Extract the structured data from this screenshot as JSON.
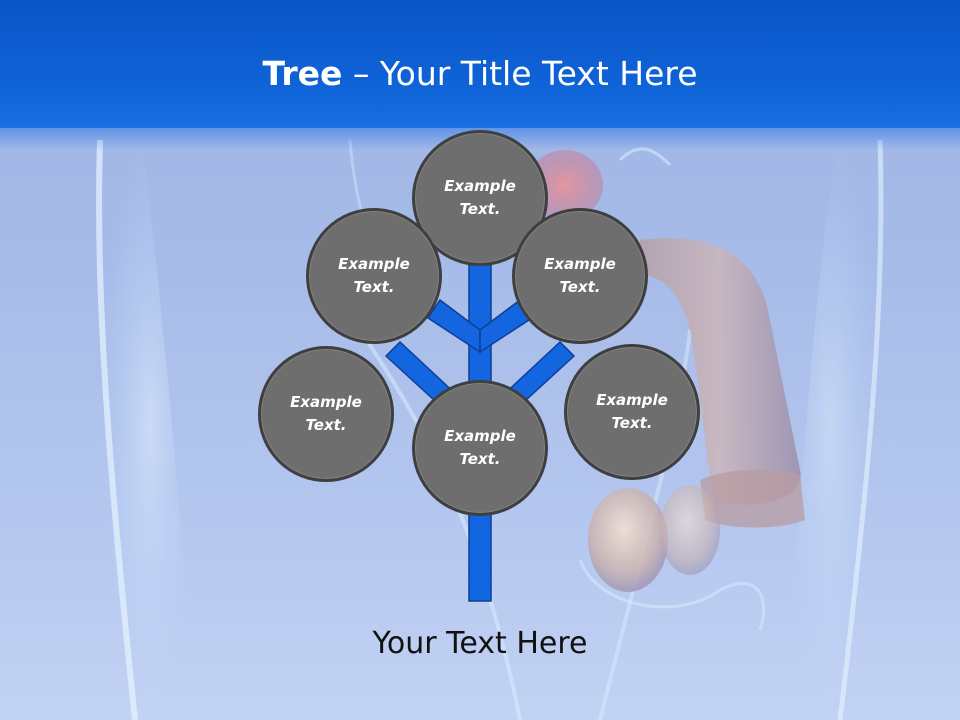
{
  "slide": {
    "title_bold": "Tree",
    "title_rest": " – Your Title Text Here",
    "footer": "Your Text Here"
  },
  "nodes": [
    {
      "id": "top",
      "label": "Example\nText."
    },
    {
      "id": "upper-left",
      "label": "Example\nText."
    },
    {
      "id": "upper-right",
      "label": "Example\nText."
    },
    {
      "id": "lower-left",
      "label": "Example\nText."
    },
    {
      "id": "center",
      "label": "Example\nText."
    },
    {
      "id": "lower-right",
      "label": "Example\nText."
    }
  ],
  "colors": {
    "header": "#0f64d8",
    "branch": "#1466e0",
    "node_fill": "#6e6e6e",
    "node_border": "#3f3f3f"
  }
}
